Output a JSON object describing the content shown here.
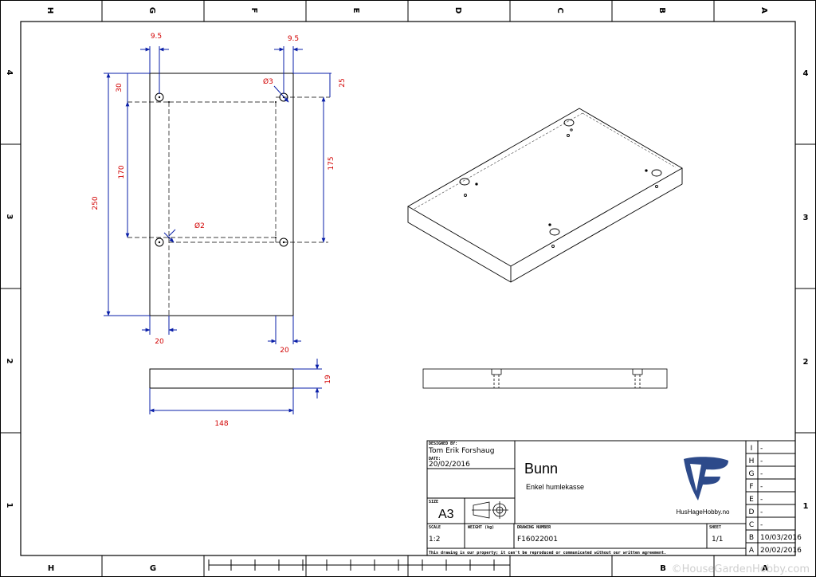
{
  "zones": {
    "columns": [
      "H",
      "G",
      "F",
      "E",
      "D",
      "C",
      "B",
      "A"
    ],
    "rows": [
      "4",
      "3",
      "2",
      "1"
    ]
  },
  "dimensions": {
    "top_left_offset": "9.5",
    "top_right_offset": "9.5",
    "hole_large": "Ø3",
    "top_offset_left": "30",
    "top_offset_right": "25",
    "total_height": "250",
    "hole_span_left": "170",
    "hole_span_right": "175",
    "hole_small": "Ø2",
    "bottom_left_offset": "20",
    "bottom_right_offset": "20",
    "thickness": "19",
    "width": "148"
  },
  "title_block": {
    "designed_by_label": "DESIGNED BY:",
    "designed_by": "Tom Erik Forshaug",
    "date_label": "DATE:",
    "date": "20/02/2016",
    "title": "Bunn",
    "subtitle": "Enkel humlekasse",
    "size_label": "SIZE",
    "size": "A3",
    "logo_text": "HusHageHobby.no",
    "scale_label": "SCALE",
    "scale": "1:2",
    "weight_label": "WEIGHT (kg)",
    "drawing_number_label": "DRAWING NUMBER",
    "drawing_number": "F16022001",
    "sheet_label": "SHEET",
    "sheet": "1/1",
    "notice": "This drawing is our property; it can't be reproduced or communicated without our written agreement."
  },
  "revisions": [
    {
      "letter": "I",
      "value": "-"
    },
    {
      "letter": "H",
      "value": "-"
    },
    {
      "letter": "G",
      "value": "-"
    },
    {
      "letter": "F",
      "value": "-"
    },
    {
      "letter": "E",
      "value": "-"
    },
    {
      "letter": "D",
      "value": "-"
    },
    {
      "letter": "C",
      "value": "-"
    },
    {
      "letter": "B",
      "value": "10/03/2016"
    },
    {
      "letter": "A",
      "value": "20/02/2016"
    }
  ],
  "watermark": "©HouseGardenHobby.com",
  "colors": {
    "dimension": "#0a1fa8",
    "dimension_text": "#d20000",
    "logo": "#2d4a8a"
  }
}
